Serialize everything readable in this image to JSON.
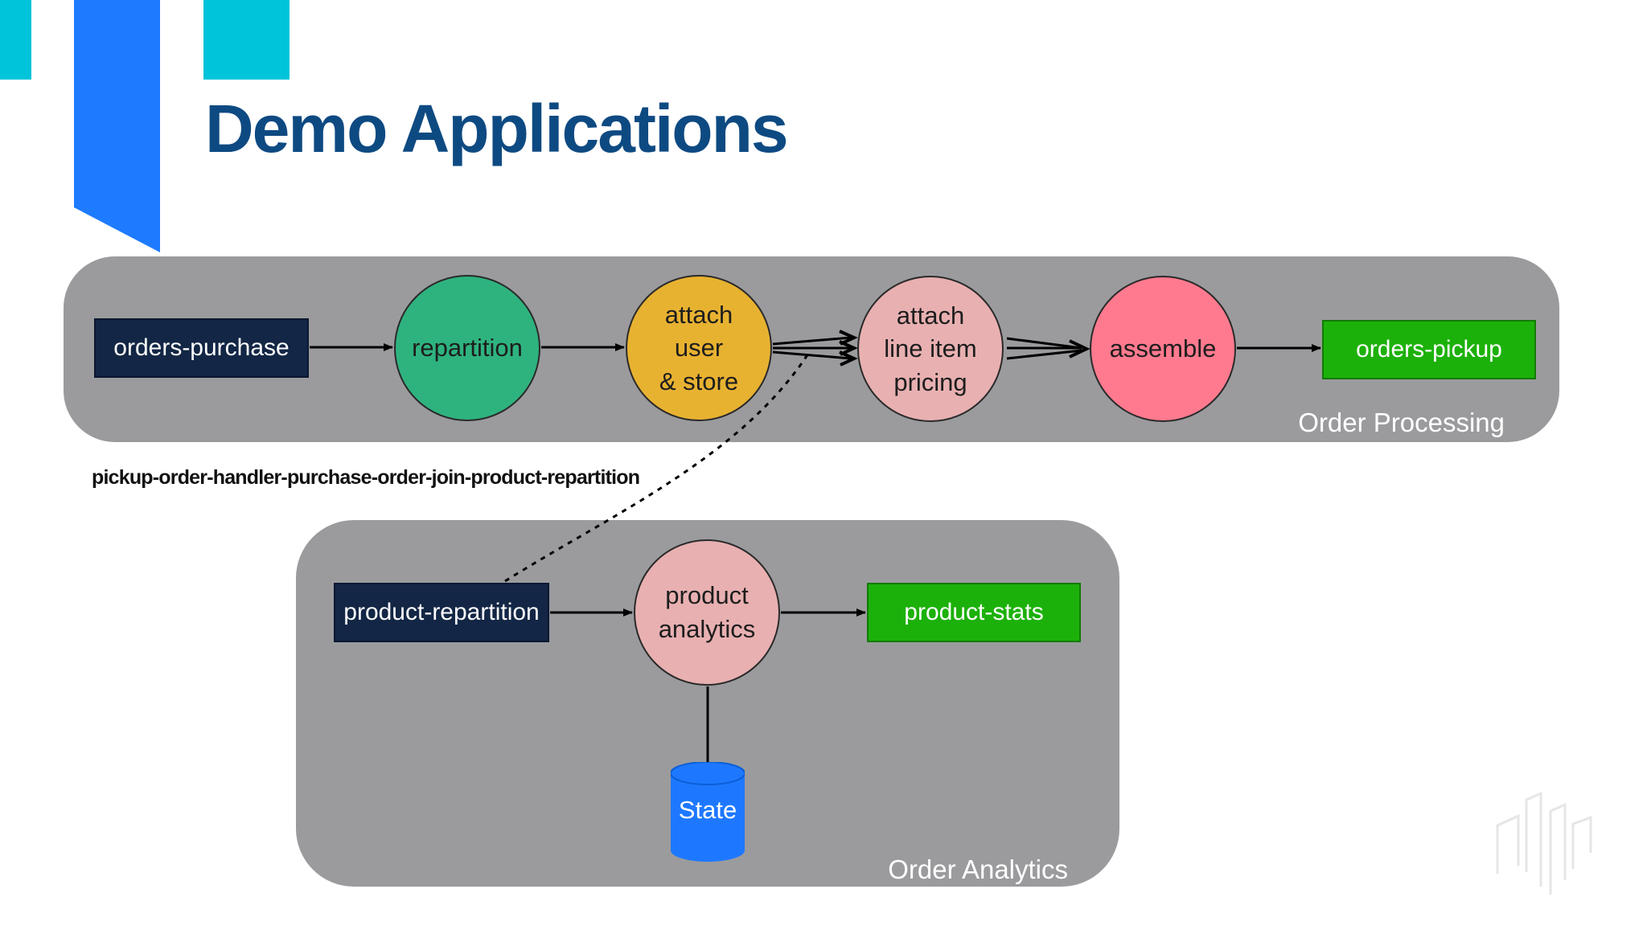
{
  "page": {
    "title": "Demo Applications"
  },
  "colors": {
    "title": "#0e4a82",
    "accent_teal": "#00c4d9",
    "accent_blue": "#1e7bff",
    "panel_gray": "#9b9b9e",
    "source_topic": "#132645",
    "sink_topic": "#1cb10a",
    "repartition_node": "#2eb37f",
    "attach_user_node": "#e8b231",
    "pricing_node": "#e8b0b1",
    "assemble_node": "#ff7a8e",
    "state_store": "#1e78ff"
  },
  "order_processing": {
    "label": "Order Processing",
    "source_topic": "orders-purchase",
    "nodes": {
      "repartition": "repartition",
      "attach_user": "attach\nuser\n& store",
      "attach_pricing": "attach\nline item\npricing",
      "assemble": "assemble"
    },
    "sink_topic": "orders-pickup"
  },
  "repartition_topic_name": "pickup-order-handler-purchase-order-join-product-repartition",
  "order_analytics": {
    "label": "Order Analytics",
    "source_topic": "product-repartition",
    "node": "product\nanalytics",
    "sink_topic": "product-stats",
    "store": "State"
  },
  "icons": {
    "state_store": "database-cylinder-icon",
    "brand_logo": "logo-mark-icon"
  }
}
